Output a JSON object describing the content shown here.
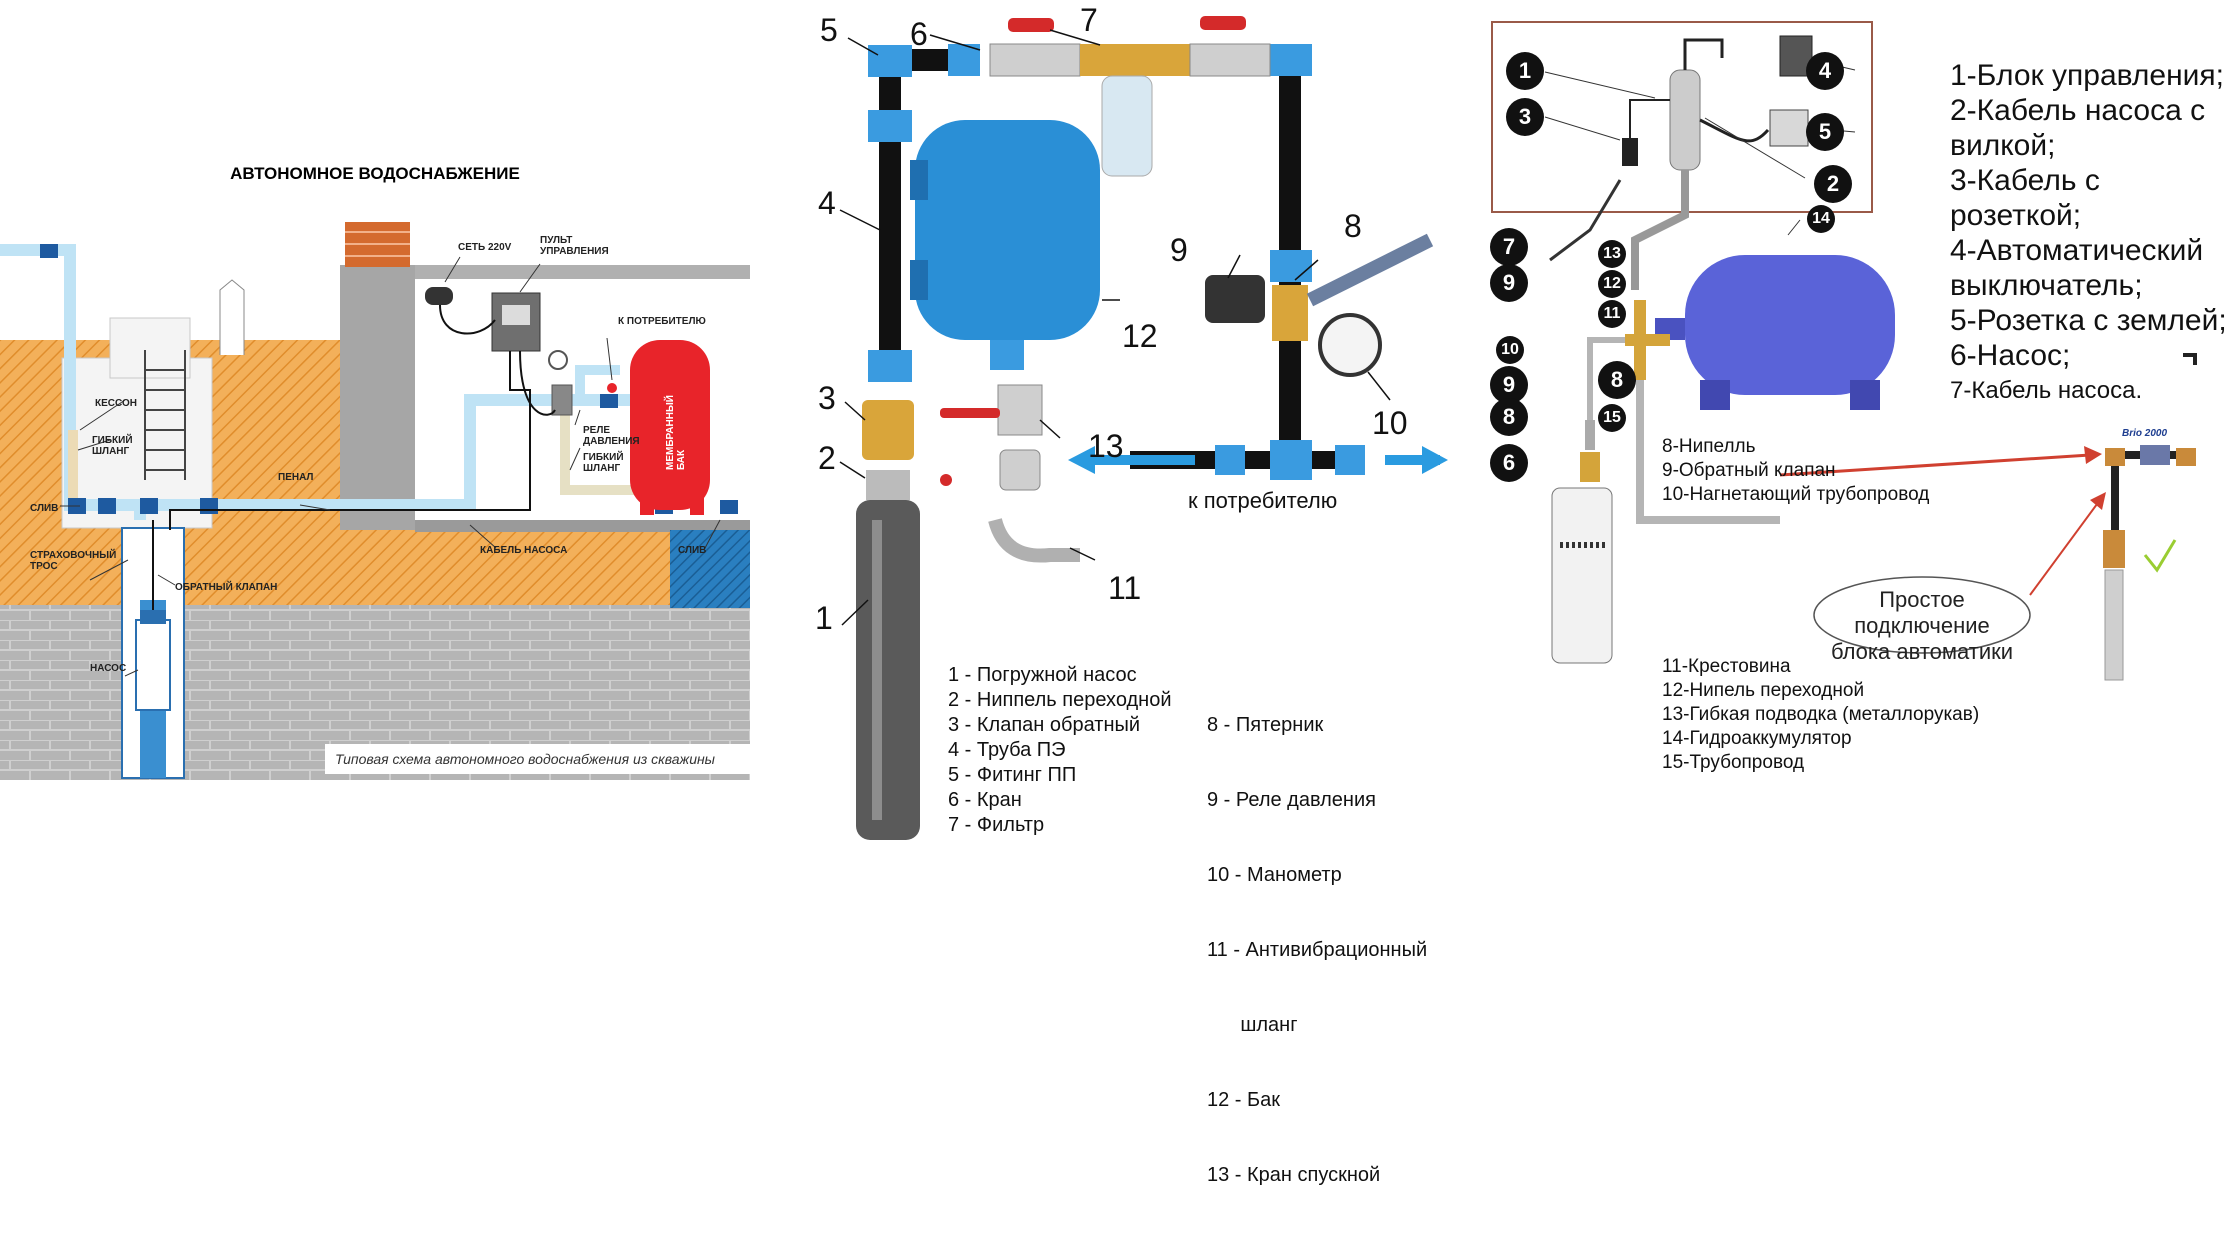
{
  "panel1": {
    "title": "АВТОНОМНОЕ ВОДОСНАБЖЕНИЕ",
    "labels": {
      "power": "СЕТЬ 220V",
      "control": "ПУЛЬТ\nУПРАВЛЕНИЯ",
      "consumer": "К ПОТРЕБИТЕЛЮ",
      "caisson": "КЕССОН",
      "hose1": "ГИБКИЙ\nШЛАНГ",
      "relay": "РЕЛЕ\nДАВЛЕНИЯ",
      "hose2": "ГИБКИЙ\nШЛАНГ",
      "tank": "МЕМБРАННЫЙ БАК",
      "drain1": "СЛИВ",
      "case": "ПЕНАЛ",
      "cable": "КАБЕЛЬ НАСОСА",
      "drain2": "СЛИВ",
      "rope": "СТРАХОВОЧНЫЙ\nТРОС",
      "valve": "ОБРАТНЫЙ КЛАПАН",
      "pump": "НАСОС"
    },
    "caption": "Типовая схема автономного водоснабжения из скважины",
    "colors": {
      "soil": "#f0a64a",
      "water_pipe": "#bfe3f5",
      "tank": "#e8242a",
      "wall": "#a0a0a0"
    }
  },
  "panel2": {
    "numbers": {
      "n5": "5",
      "n6": "6",
      "n7": "7",
      "n4": "4",
      "n3": "3",
      "n2": "2",
      "n1": "1",
      "n12": "12",
      "n13": "13",
      "n11": "11",
      "n9": "9",
      "n8": "8",
      "n10": "10"
    },
    "consumer": "к потребителю",
    "legend_left": [
      "1 - Погружной насос",
      "2 - Ниппель переходной",
      "3 - Клапан обратный",
      "4 - Труба ПЭ",
      "5 - Фитинг ПП",
      "6 - Кран",
      "7 - Фильтр"
    ],
    "legend_right": [
      "8 - Пятерник",
      "9 - Реле давления",
      "10 - Манометр",
      "11 - Антивибрационный",
      "      шланг",
      "12 - Бак",
      "13 - Кран спускной"
    ],
    "colors": {
      "tank": "#2a8fd6",
      "pipe": "#111111",
      "fitting": "#3a9be0",
      "brass": "#d9a53a"
    }
  },
  "panel3": {
    "badges": {
      "b1": "1",
      "b3": "3",
      "b4": "4",
      "b5": "5",
      "b2": "2",
      "b7": "7",
      "b13": "13",
      "b14": "14",
      "b12": "12",
      "b9a": "9",
      "b11": "11",
      "b10": "10",
      "b9b": "9",
      "b8a": "8",
      "b8b": "8",
      "b15": "15",
      "b6": "6"
    },
    "legend_top": [
      "1-Блок управления;",
      "2-Кабель насоса с",
      "вилкой;",
      "3-Кабель с",
      "розеткой;",
      "4-Автоматический",
      "выключатель;",
      "5-Розетка с землей;",
      "6-Насос;",
      "7-Кабель насоса."
    ],
    "legend_mid": [
      "8-Нипелль",
      "9-Обратный клапан",
      "10-Нагнетающий трубопровод"
    ],
    "legend_bottom": [
      "11-Крестовина",
      "12-Нипель переходной",
      "13-Гибкая подводка (металлорукав)",
      "14-Гидроаккумулятор",
      "15-Трубопровод"
    ],
    "brio": "Brio 2000",
    "callout": "Простое подключение\nблока автоматики",
    "colors": {
      "tank": "#5a63d8",
      "frame": "#9a5a48",
      "arrow": "#d04030"
    }
  }
}
